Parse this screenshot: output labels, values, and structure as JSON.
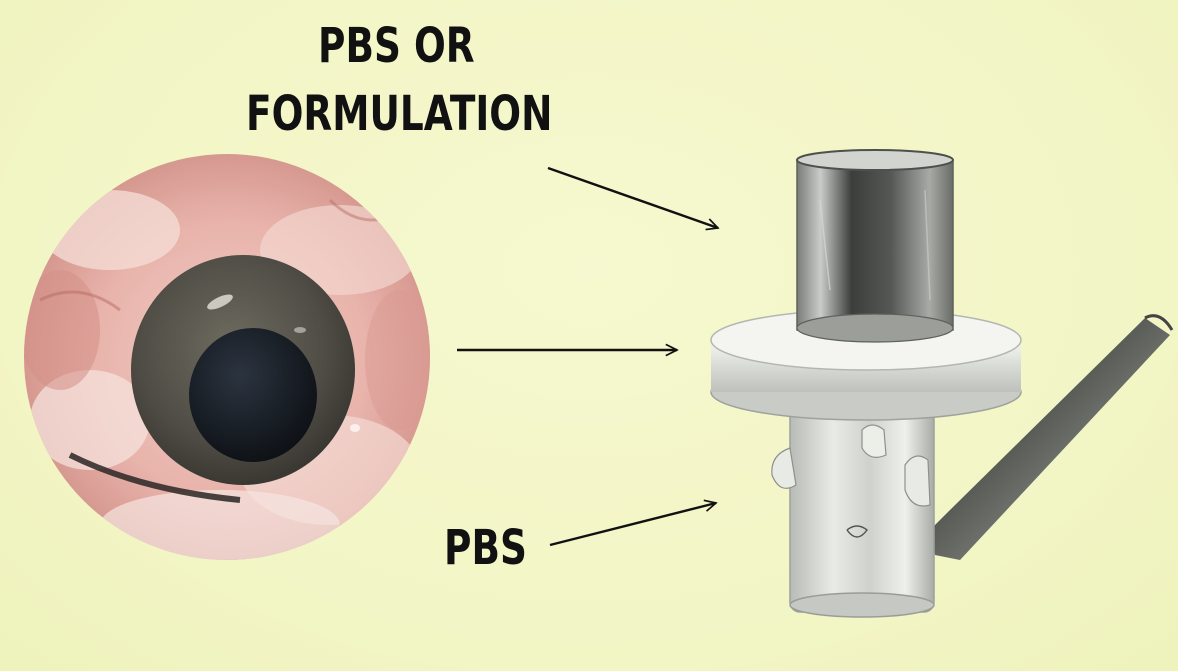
{
  "labels": {
    "top_line1": "PBS OR",
    "top_line2": "FORMULATION",
    "bottom": "PBS"
  },
  "colors": {
    "background": "#f4f6c8",
    "text": "#111111",
    "arrow": "#111111",
    "tissue": "#e8b0a8",
    "cornea_ring": "#5a5a52",
    "pupil": "#1a1e24",
    "glass": "#d8dcd6"
  },
  "image_regions": [
    {
      "name": "eye-photo",
      "depicts": "excised eye with cornea, pink tissue"
    },
    {
      "name": "glass-chamber-photo",
      "depicts": "glass perfusion chamber with side arm"
    }
  ]
}
